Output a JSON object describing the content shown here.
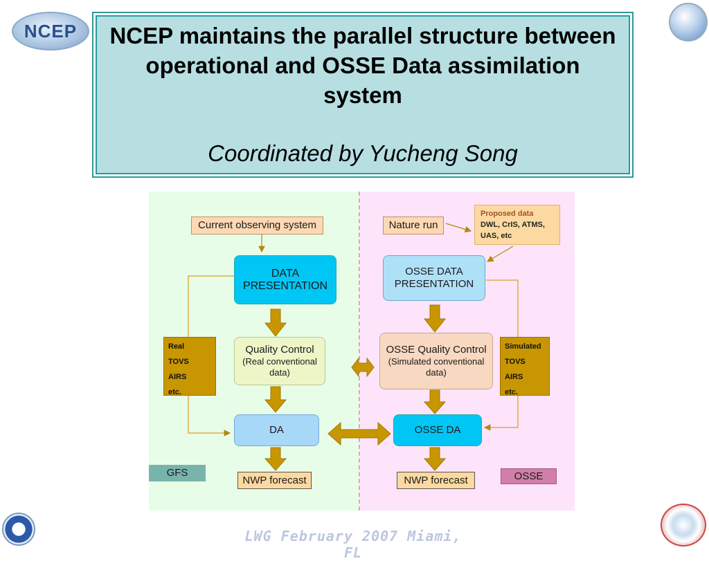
{
  "title": {
    "main": "NCEP maintains the parallel structure between operational and OSSE Data assimilation system",
    "sub": "Coordinated by Yucheng Song"
  },
  "logos": {
    "ncep": "NCEP",
    "globe": "globe-logo-icon",
    "noaa": "noaa-logo-icon",
    "nws": "national-weather-service-logo-icon"
  },
  "footer": "LWG  February 2007 Miami, FL",
  "diagram": {
    "left": {
      "current_obs": "Current observing system",
      "data_presentation": "DATA PRESENTATION",
      "qc_title": "Quality Control",
      "qc_sub": "(Real conventional data)",
      "da": "DA",
      "nwp": "NWP forecast",
      "tag": "GFS",
      "side": [
        "Real",
        "TOVS",
        "AIRS",
        "etc."
      ]
    },
    "right": {
      "nature_run": "Nature run",
      "proposed_title": "Proposed data",
      "proposed_body": "DWL, CrIS, ATMS, UAS,  etc",
      "osse_presentation": "OSSE DATA PRESENTATION",
      "qc_title": "OSSE Quality Control",
      "qc_sub": "(Simulated conventional data)",
      "da": "OSSE DA",
      "nwp": "NWP forecast",
      "tag": "OSSE",
      "side": [
        "Simulated",
        "TOVS",
        "AIRS",
        "etc."
      ]
    },
    "colors": {
      "left_panel": "#e8fde8",
      "right_panel": "#fde4fa",
      "arrow": "#c89600"
    }
  }
}
